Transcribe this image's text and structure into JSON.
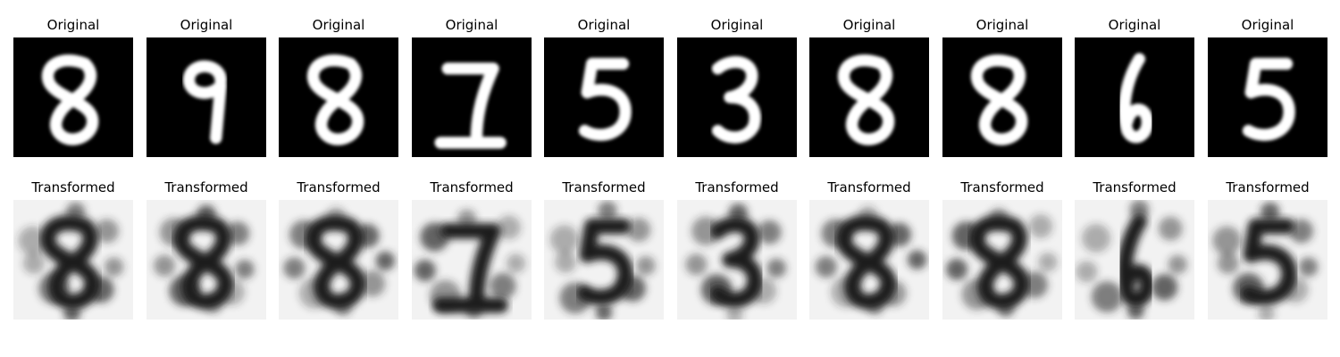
{
  "rows": [
    {
      "row_title": "Original",
      "background": "#000000",
      "ink": "#ffffff",
      "panels": [
        {
          "title": "Original",
          "digit": "8"
        },
        {
          "title": "Original",
          "digit": "9"
        },
        {
          "title": "Original",
          "digit": "8"
        },
        {
          "title": "Original",
          "digit": "7"
        },
        {
          "title": "Original",
          "digit": "5"
        },
        {
          "title": "Original",
          "digit": "3"
        },
        {
          "title": "Original",
          "digit": "8"
        },
        {
          "title": "Original",
          "digit": "8"
        },
        {
          "title": "Original",
          "digit": "6"
        },
        {
          "title": "Original",
          "digit": "5"
        }
      ]
    },
    {
      "row_title": "Transformed",
      "background": "#f2f2f2",
      "ink": "#1a1a1a",
      "panels": [
        {
          "title": "Transformed",
          "digit": "8"
        },
        {
          "title": "Transformed",
          "digit": "8"
        },
        {
          "title": "Transformed",
          "digit": "8"
        },
        {
          "title": "Transformed",
          "digit": "7"
        },
        {
          "title": "Transformed",
          "digit": "5"
        },
        {
          "title": "Transformed",
          "digit": "3"
        },
        {
          "title": "Transformed",
          "digit": "8"
        },
        {
          "title": "Transformed",
          "digit": "8"
        },
        {
          "title": "Transformed",
          "digit": "6"
        },
        {
          "title": "Transformed",
          "digit": "5"
        }
      ]
    }
  ]
}
